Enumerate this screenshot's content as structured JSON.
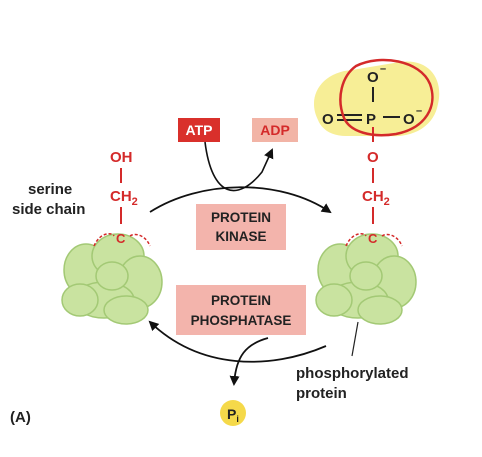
{
  "cofactors": {
    "atp": "ATP",
    "adp": "ADP"
  },
  "left_group": {
    "oh": "OH",
    "ch2_main": "CH",
    "ch2_sub": "2",
    "c": "C"
  },
  "right_group": {
    "o": "O",
    "ch2_main": "CH",
    "ch2_sub": "2",
    "c": "C"
  },
  "phosphate": {
    "o_top": "O",
    "o_left": "O",
    "p": "P",
    "o_right": "O",
    "charge": "–"
  },
  "labels": {
    "serine_line1": "serine",
    "serine_line2": "side chain",
    "phospho_line1": "phosphorylated",
    "phospho_line2": "protein",
    "panel": "(A)"
  },
  "kinase_box": {
    "line1": "PROTEIN",
    "line2": "KINASE"
  },
  "phosphatase_box": {
    "line1": "PROTEIN",
    "line2": "PHOSPHATASE"
  },
  "pi": {
    "main": "P",
    "sub": "i"
  },
  "colors": {
    "atp_bg": "#d9302b",
    "adp_bg": "#f2b4a6",
    "enzyme_box": "#f3b4ac",
    "protein_green": "#c9e3a0",
    "protein_outline": "#a3c975",
    "bond_red": "#d42a2a",
    "phosphate_bg": "#f7ee96",
    "pi_bg": "#f5d94a"
  }
}
